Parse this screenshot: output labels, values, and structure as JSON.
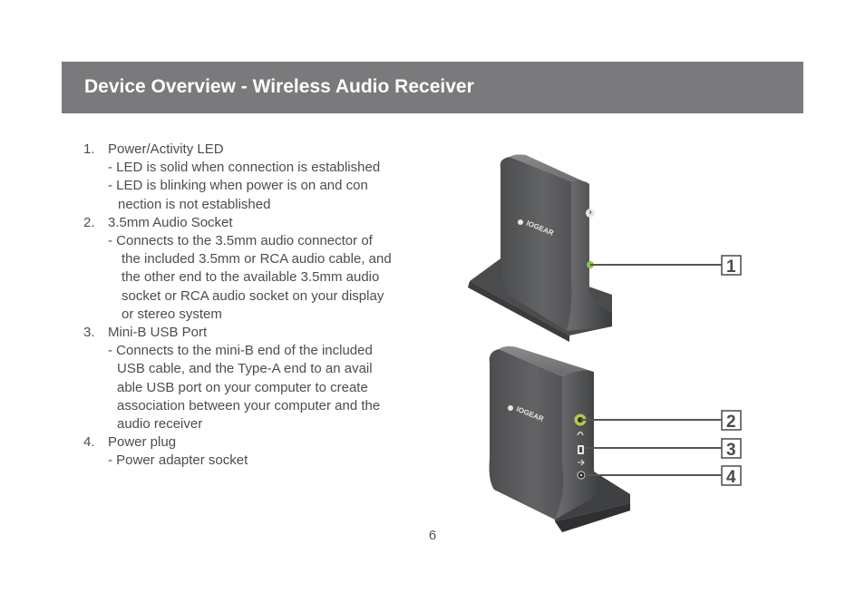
{
  "header": {
    "title": "Device Overview - Wireless Audio Receiver"
  },
  "items": [
    {
      "number": "1.",
      "title": "Power/Activity LED",
      "lines": [
        "- LED is solid when connection is established",
        "- LED is blinking when power is on and con"
      ],
      "continuation": [
        "nection is not established"
      ]
    },
    {
      "number": "2.",
      "title": "3.5mm Audio Socket",
      "lines": [
        "- Connects to the 3.5mm audio connector of"
      ],
      "continuation": [
        "the included 3.5mm or RCA audio cable, and",
        "the other end to the available 3.5mm audio",
        "socket or RCA audio socket on your display",
        "or stereo system"
      ]
    },
    {
      "number": "3.",
      "title": "Mini-B USB Port",
      "lines": [
        "- Connects to the mini-B end of the included"
      ],
      "continuation": [
        "USB cable, and the Type-A end to an avail",
        "able USB port on your computer to create",
        "association between your computer and the",
        "audio receiver"
      ]
    },
    {
      "number": "4.",
      "title": "Power plug",
      "lines": [
        "- Power adapter socket"
      ],
      "continuation": []
    }
  ],
  "figure": {
    "brand": "IOGEAR",
    "callouts": [
      "1",
      "2",
      "3",
      "4"
    ],
    "colors": {
      "body": "#5b5c5e",
      "body_dark": "#3f4042",
      "led": "#8cc63f",
      "callout_line": "#555555"
    }
  },
  "page_number": "6"
}
